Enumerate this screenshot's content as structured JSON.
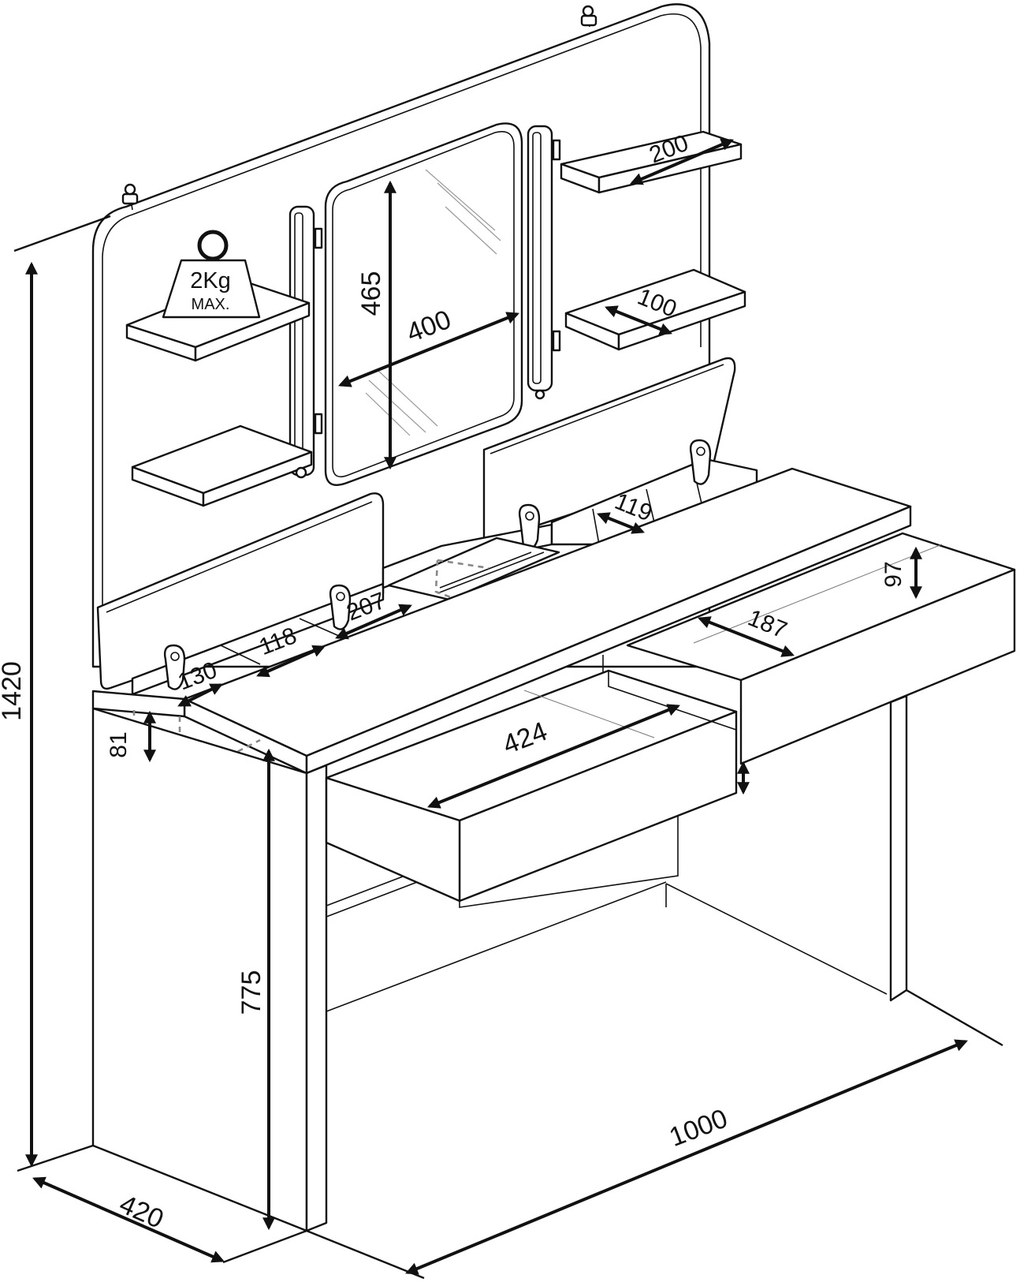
{
  "weight_badge": {
    "value": "2Kg",
    "caption": "MAX."
  },
  "dimensions": {
    "overall_height": "1420",
    "depth": "420",
    "width": "1000",
    "desk_height": "775",
    "mirror_height": "465",
    "mirror_width": "400",
    "top_right_shelf": "200",
    "middle_right_shelf": "100",
    "right_drawer_height": "97",
    "right_drawer_depth": "187",
    "left_drawer_width": "424",
    "compartment_depth": "81",
    "compartment_1": "130",
    "compartment_2": "118",
    "compartment_3": "207",
    "compartment_4": "119"
  },
  "colors": {
    "line": "#111111",
    "fill": "#ffffff",
    "dashed": "#888888"
  }
}
